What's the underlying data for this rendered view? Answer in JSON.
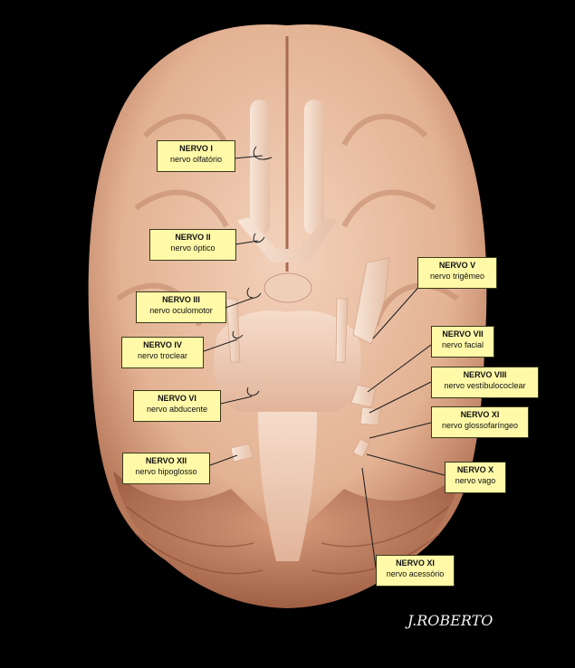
{
  "labels": [
    {
      "key": "n1",
      "title": "NERVO I",
      "subtitle": "nervo olfatório"
    },
    {
      "key": "n2",
      "title": "NERVO II",
      "subtitle": "nervo óptico"
    },
    {
      "key": "n3",
      "title": "NERVO III",
      "subtitle": "nervo oculomotor"
    },
    {
      "key": "n4",
      "title": "NERVO IV",
      "subtitle": "nervo troclear"
    },
    {
      "key": "n6",
      "title": "NERVO VI",
      "subtitle": "nervo abducente"
    },
    {
      "key": "n12",
      "title": "NERVO XII",
      "subtitle": "nervo hipoglosso"
    },
    {
      "key": "n5",
      "title": "NERVO V",
      "subtitle": "nervo trigêmeo"
    },
    {
      "key": "n7",
      "title": "NERVO VII",
      "subtitle": "nervo facial"
    },
    {
      "key": "n8",
      "title": "NERVO VIII",
      "subtitle": "nervo vestíbulococlear"
    },
    {
      "key": "n9",
      "title": "NERVO XI",
      "subtitle": "nervo glossofaríngeo"
    },
    {
      "key": "n10",
      "title": "NERVO X",
      "subtitle": "nervo vago"
    },
    {
      "key": "n11",
      "title": "NERVO XI",
      "subtitle": "nervo acessório"
    }
  ],
  "signature": "J.ROBERTO",
  "colors": {
    "background": "#000000",
    "label_fill": "#fff9a8",
    "brain": "#e8b89a",
    "leader": "#2a2a2a"
  }
}
